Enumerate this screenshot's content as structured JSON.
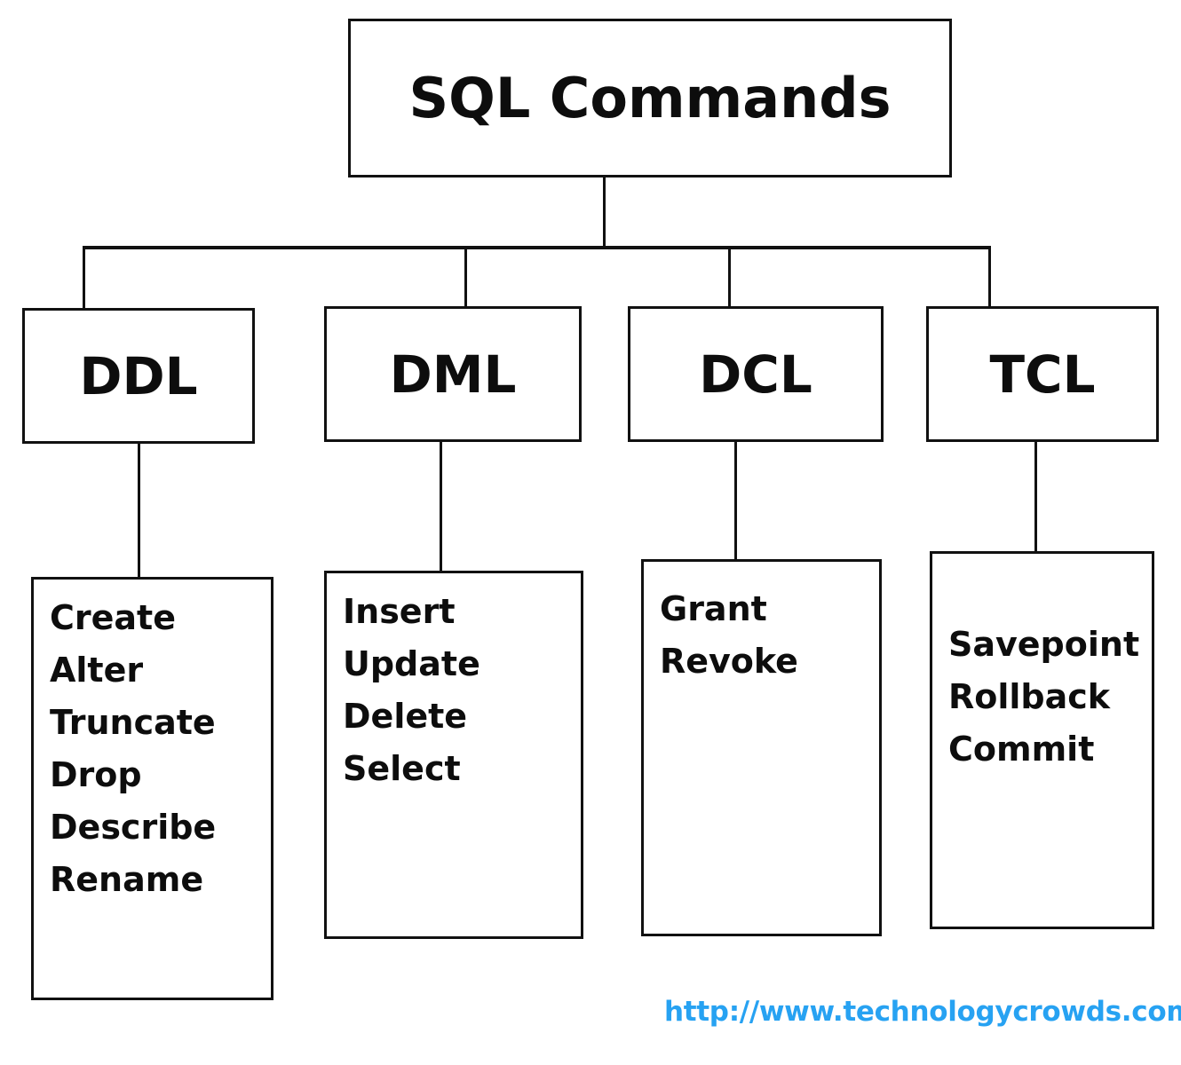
{
  "diagram": {
    "title": "SQL Commands",
    "root": {
      "label": "SQL Commands"
    },
    "categories": [
      {
        "key": "ddl",
        "label": "DDL",
        "commands": [
          "Create",
          "Alter",
          "Truncate",
          "Drop",
          "Describe",
          "Rename"
        ]
      },
      {
        "key": "dml",
        "label": "DML",
        "commands": [
          "Insert",
          "Update",
          "Delete",
          "Select"
        ]
      },
      {
        "key": "dcl",
        "label": "DCL",
        "commands": [
          "Grant",
          "Revoke"
        ]
      },
      {
        "key": "tcl",
        "label": "TCL",
        "commands": [
          "Savepoint",
          "Rollback",
          "Commit"
        ]
      }
    ]
  },
  "watermark": {
    "url": "http://www.technologycrowds.com/"
  },
  "colors": {
    "line": "#111111",
    "text": "#0d0d0d",
    "watermark": "#27a2f2",
    "background": "#ffffff"
  }
}
